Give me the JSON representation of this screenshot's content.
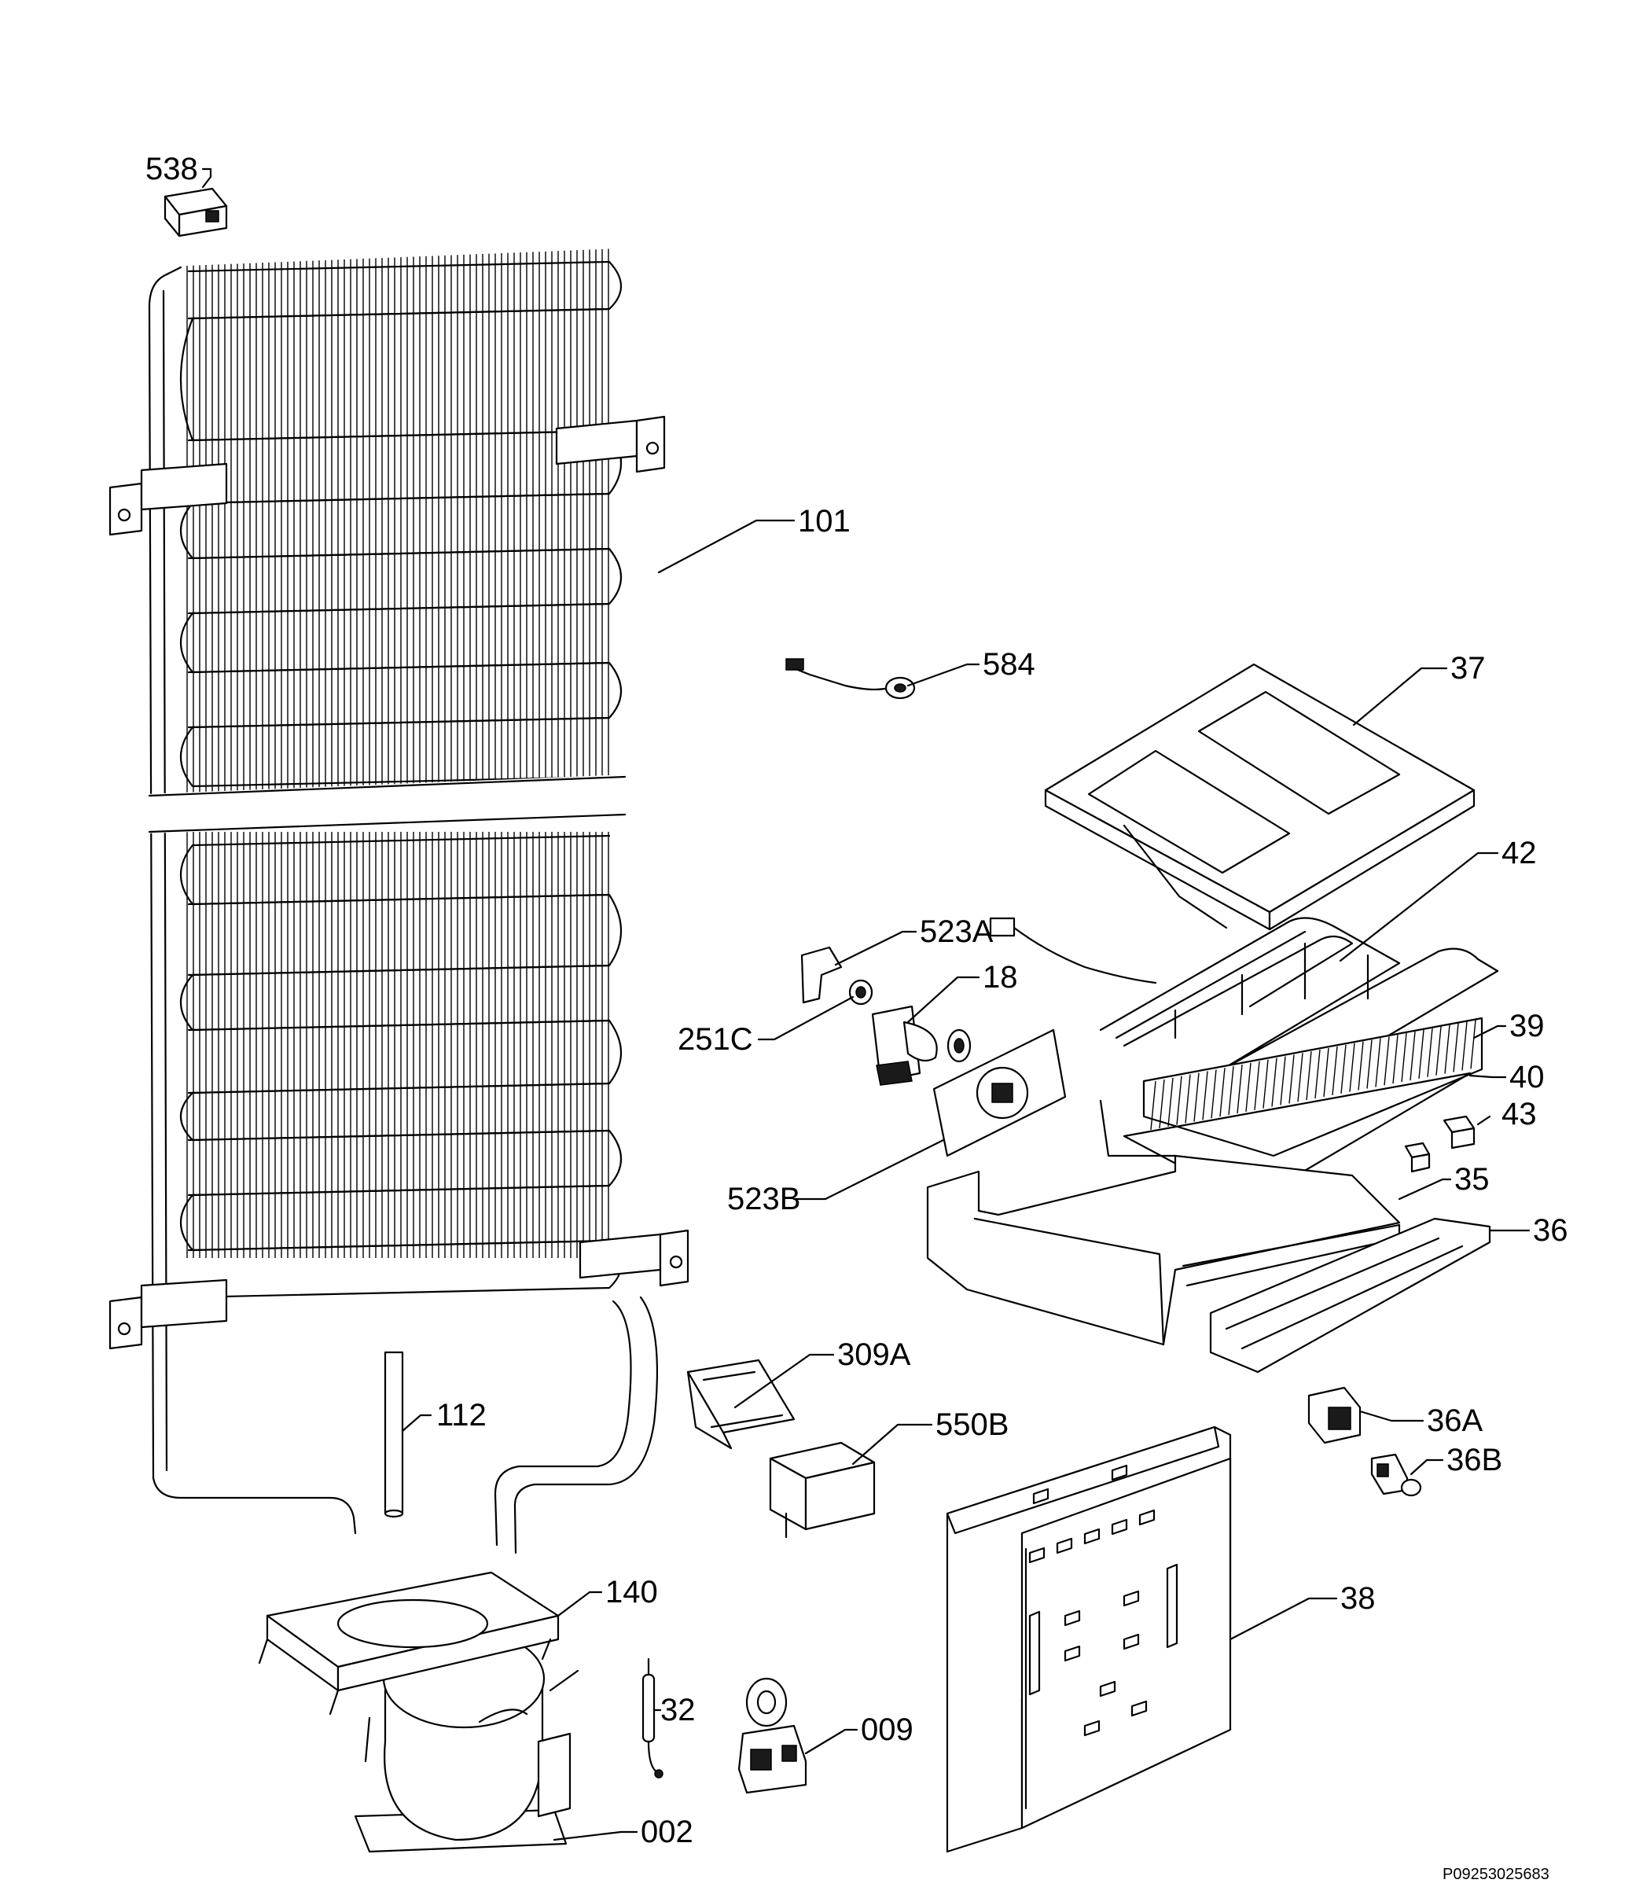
{
  "callouts": [
    {
      "id": "538",
      "text": "538"
    },
    {
      "id": "101",
      "text": "101"
    },
    {
      "id": "584",
      "text": "584"
    },
    {
      "id": "37",
      "text": "37"
    },
    {
      "id": "42",
      "text": "42"
    },
    {
      "id": "523A",
      "text": "523A"
    },
    {
      "id": "18",
      "text": "18"
    },
    {
      "id": "251C",
      "text": "251C"
    },
    {
      "id": "39",
      "text": "39"
    },
    {
      "id": "40",
      "text": "40"
    },
    {
      "id": "43",
      "text": "43"
    },
    {
      "id": "523B",
      "text": "523B"
    },
    {
      "id": "35",
      "text": "35"
    },
    {
      "id": "36",
      "text": "36"
    },
    {
      "id": "309A",
      "text": "309A"
    },
    {
      "id": "550B",
      "text": "550B"
    },
    {
      "id": "112",
      "text": "112"
    },
    {
      "id": "36A",
      "text": "36A"
    },
    {
      "id": "36B",
      "text": "36B"
    },
    {
      "id": "140",
      "text": "140"
    },
    {
      "id": "38",
      "text": "38"
    },
    {
      "id": "32",
      "text": "32"
    },
    {
      "id": "009",
      "text": "009"
    },
    {
      "id": "002",
      "text": "002"
    }
  ],
  "drawing_code": "P09253025683"
}
